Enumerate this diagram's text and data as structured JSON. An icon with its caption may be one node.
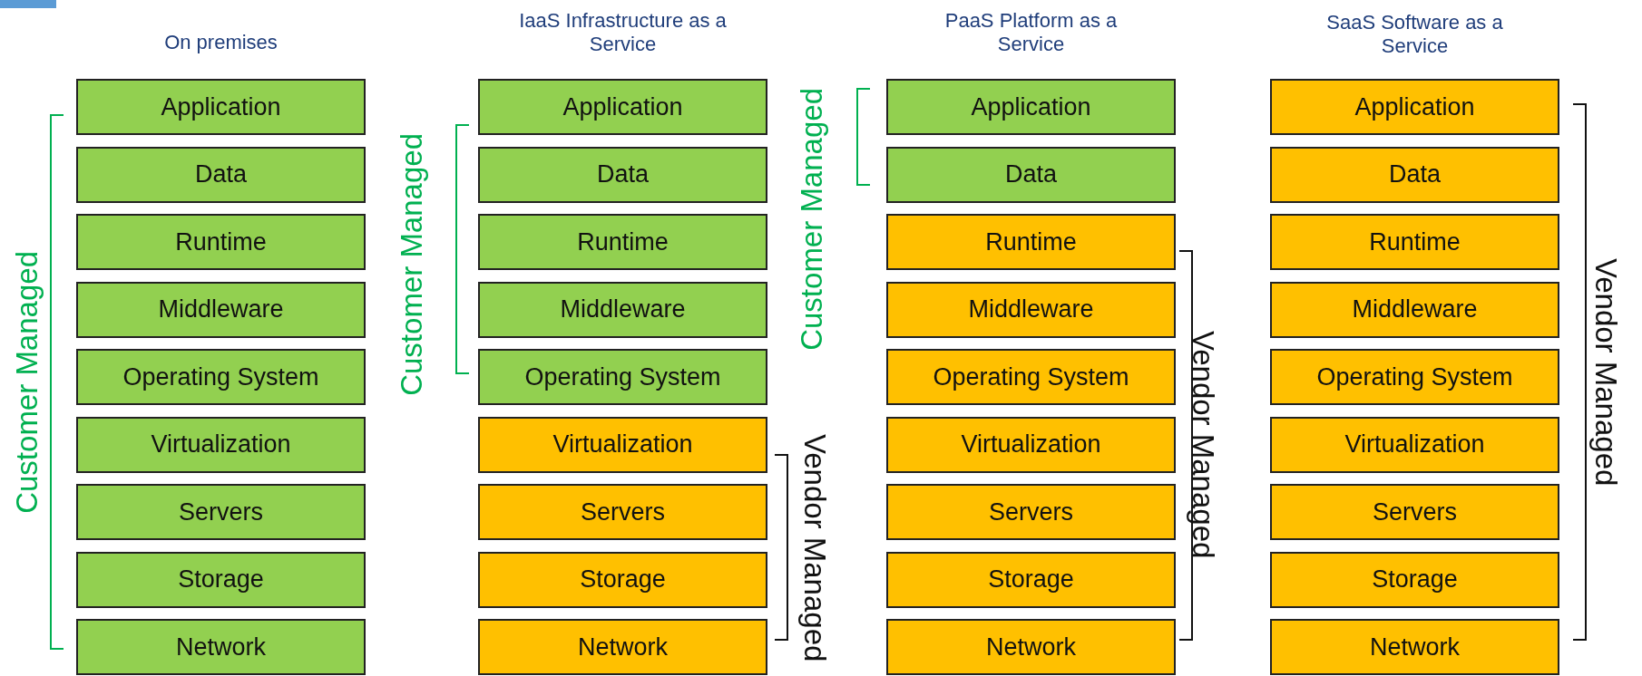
{
  "diagram": {
    "nodes": [
      {
        "text": [
          "Application"
        ]
      },
      {
        "text": [
          "Data"
        ]
      },
      {
        "text": [
          "Runtime"
        ]
      },
      {
        "text": [
          "Middleware"
        ]
      },
      {
        "text": [
          "Operating System"
        ]
      },
      {
        "text": [
          "Virtualization"
        ]
      },
      {
        "text": [
          "Servers"
        ]
      },
      {
        "text": [
          "Storage"
        ]
      },
      {
        "text": [
          "Network"
        ]
      },
      {
        "text": [
          "Application"
        ]
      },
      {
        "text": [
          "Data"
        ]
      },
      {
        "text": [
          "Runtime"
        ]
      },
      {
        "text": [
          "Middleware"
        ]
      },
      {
        "text": [
          "Operating System"
        ]
      },
      {
        "text": [
          "Virtualization"
        ]
      },
      {
        "text": [
          "Servers"
        ]
      },
      {
        "text": [
          "Storage"
        ]
      },
      {
        "text": [
          "Network"
        ]
      },
      {
        "text": [
          "Application"
        ]
      },
      {
        "text": [
          "Data"
        ]
      },
      {
        "text": [
          "Runtime"
        ]
      },
      {
        "text": [
          "Middleware"
        ]
      },
      {
        "text": [
          "Operating System"
        ]
      },
      {
        "text": [
          "Virtualization"
        ]
      },
      {
        "text": [
          "Servers"
        ]
      },
      {
        "text": [
          "Storage"
        ]
      },
      {
        "text": [
          "Network"
        ]
      },
      {
        "text": [
          "Application"
        ]
      },
      {
        "text": [
          "Data"
        ]
      },
      {
        "text": [
          "Runtime"
        ]
      },
      {
        "text": [
          "Middleware"
        ]
      },
      {
        "text": [
          "Operating System"
        ]
      },
      {
        "text": [
          "Virtualization"
        ]
      },
      {
        "text": [
          "Servers"
        ]
      },
      {
        "text": [
          "Storage"
        ]
      },
      {
        "text": [
          "Network"
        ]
      }
    ],
    "labels": [
      "On premises",
      "IaaS Infrastructure as a Service",
      "PaaS Platform as a Service",
      "SaaS Software as a Service",
      "Customer Managed",
      "Customer Managed",
      "Vendor Managed",
      "Customer Managed",
      "Vendor Managed",
      "Vendor Managed"
    ]
  }
}
